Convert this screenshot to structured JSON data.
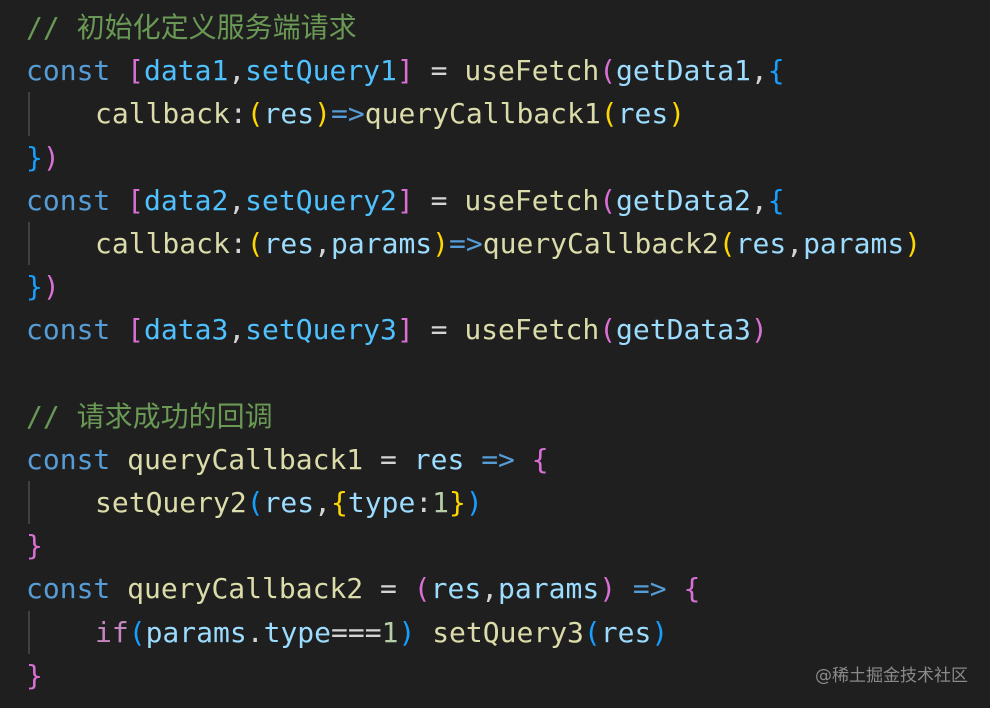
{
  "colors": {
    "background": "#1f1f1f",
    "comment": "#6a9955",
    "keyword": "#569cd6",
    "function": "#dcdcaa",
    "variable": "#9cdcfe",
    "constant": "#4fc1ff",
    "number": "#b5cea8",
    "bracket_gold": "#ffd700",
    "bracket_pink": "#da70d6",
    "bracket_blue": "#179fff",
    "control": "#c586c0",
    "plain": "#d4d4d4",
    "indent_guide": "#404040",
    "watermark": "#8a8a8a"
  },
  "code_lines": [
    {
      "indent": false,
      "tokens": [
        {
          "text": "// 初始化定义服务端请求",
          "color": "#6a9955"
        }
      ]
    },
    {
      "indent": false,
      "tokens": [
        {
          "text": "const",
          "color": "#569cd6"
        },
        {
          "text": " ",
          "color": "#d4d4d4"
        },
        {
          "text": "[",
          "color": "#da70d6"
        },
        {
          "text": "data1",
          "color": "#4fc1ff"
        },
        {
          "text": ",",
          "color": "#d4d4d4"
        },
        {
          "text": "setQuery1",
          "color": "#4fc1ff"
        },
        {
          "text": "]",
          "color": "#da70d6"
        },
        {
          "text": " = ",
          "color": "#d4d4d4"
        },
        {
          "text": "useFetch",
          "color": "#dcdcaa"
        },
        {
          "text": "(",
          "color": "#da70d6"
        },
        {
          "text": "getData1",
          "color": "#9cdcfe"
        },
        {
          "text": ",",
          "color": "#d4d4d4"
        },
        {
          "text": "{",
          "color": "#179fff"
        }
      ]
    },
    {
      "indent": true,
      "tokens": [
        {
          "text": "callback",
          "color": "#dcdcaa"
        },
        {
          "text": ":",
          "color": "#d4d4d4"
        },
        {
          "text": "(",
          "color": "#ffd700"
        },
        {
          "text": "res",
          "color": "#9cdcfe"
        },
        {
          "text": ")",
          "color": "#ffd700"
        },
        {
          "text": "=>",
          "color": "#569cd6"
        },
        {
          "text": "queryCallback1",
          "color": "#dcdcaa"
        },
        {
          "text": "(",
          "color": "#ffd700"
        },
        {
          "text": "res",
          "color": "#9cdcfe"
        },
        {
          "text": ")",
          "color": "#ffd700"
        }
      ]
    },
    {
      "indent": false,
      "tokens": [
        {
          "text": "}",
          "color": "#179fff"
        },
        {
          "text": ")",
          "color": "#da70d6"
        }
      ]
    },
    {
      "indent": false,
      "tokens": [
        {
          "text": "const",
          "color": "#569cd6"
        },
        {
          "text": " ",
          "color": "#d4d4d4"
        },
        {
          "text": "[",
          "color": "#da70d6"
        },
        {
          "text": "data2",
          "color": "#4fc1ff"
        },
        {
          "text": ",",
          "color": "#d4d4d4"
        },
        {
          "text": "setQuery2",
          "color": "#4fc1ff"
        },
        {
          "text": "]",
          "color": "#da70d6"
        },
        {
          "text": " = ",
          "color": "#d4d4d4"
        },
        {
          "text": "useFetch",
          "color": "#dcdcaa"
        },
        {
          "text": "(",
          "color": "#da70d6"
        },
        {
          "text": "getData2",
          "color": "#9cdcfe"
        },
        {
          "text": ",",
          "color": "#d4d4d4"
        },
        {
          "text": "{",
          "color": "#179fff"
        }
      ]
    },
    {
      "indent": true,
      "tokens": [
        {
          "text": "callback",
          "color": "#dcdcaa"
        },
        {
          "text": ":",
          "color": "#d4d4d4"
        },
        {
          "text": "(",
          "color": "#ffd700"
        },
        {
          "text": "res",
          "color": "#9cdcfe"
        },
        {
          "text": ",",
          "color": "#d4d4d4"
        },
        {
          "text": "params",
          "color": "#9cdcfe"
        },
        {
          "text": ")",
          "color": "#ffd700"
        },
        {
          "text": "=>",
          "color": "#569cd6"
        },
        {
          "text": "queryCallback2",
          "color": "#dcdcaa"
        },
        {
          "text": "(",
          "color": "#ffd700"
        },
        {
          "text": "res",
          "color": "#9cdcfe"
        },
        {
          "text": ",",
          "color": "#d4d4d4"
        },
        {
          "text": "params",
          "color": "#9cdcfe"
        },
        {
          "text": ")",
          "color": "#ffd700"
        }
      ]
    },
    {
      "indent": false,
      "tokens": [
        {
          "text": "}",
          "color": "#179fff"
        },
        {
          "text": ")",
          "color": "#da70d6"
        }
      ]
    },
    {
      "indent": false,
      "tokens": [
        {
          "text": "const",
          "color": "#569cd6"
        },
        {
          "text": " ",
          "color": "#d4d4d4"
        },
        {
          "text": "[",
          "color": "#da70d6"
        },
        {
          "text": "data3",
          "color": "#4fc1ff"
        },
        {
          "text": ",",
          "color": "#d4d4d4"
        },
        {
          "text": "setQuery3",
          "color": "#4fc1ff"
        },
        {
          "text": "]",
          "color": "#da70d6"
        },
        {
          "text": " = ",
          "color": "#d4d4d4"
        },
        {
          "text": "useFetch",
          "color": "#dcdcaa"
        },
        {
          "text": "(",
          "color": "#da70d6"
        },
        {
          "text": "getData3",
          "color": "#9cdcfe"
        },
        {
          "text": ")",
          "color": "#da70d6"
        }
      ]
    },
    {
      "indent": false,
      "tokens": []
    },
    {
      "indent": false,
      "tokens": [
        {
          "text": "// 请求成功的回调",
          "color": "#6a9955"
        }
      ]
    },
    {
      "indent": false,
      "tokens": [
        {
          "text": "const",
          "color": "#569cd6"
        },
        {
          "text": " ",
          "color": "#d4d4d4"
        },
        {
          "text": "queryCallback1",
          "color": "#dcdcaa"
        },
        {
          "text": " = ",
          "color": "#d4d4d4"
        },
        {
          "text": "res",
          "color": "#9cdcfe"
        },
        {
          "text": " ",
          "color": "#d4d4d4"
        },
        {
          "text": "=>",
          "color": "#569cd6"
        },
        {
          "text": " ",
          "color": "#d4d4d4"
        },
        {
          "text": "{",
          "color": "#da70d6"
        }
      ]
    },
    {
      "indent": true,
      "tokens": [
        {
          "text": "setQuery2",
          "color": "#dcdcaa"
        },
        {
          "text": "(",
          "color": "#179fff"
        },
        {
          "text": "res",
          "color": "#9cdcfe"
        },
        {
          "text": ",",
          "color": "#d4d4d4"
        },
        {
          "text": "{",
          "color": "#ffd700"
        },
        {
          "text": "type",
          "color": "#9cdcfe"
        },
        {
          "text": ":",
          "color": "#d4d4d4"
        },
        {
          "text": "1",
          "color": "#b5cea8"
        },
        {
          "text": "}",
          "color": "#ffd700"
        },
        {
          "text": ")",
          "color": "#179fff"
        }
      ]
    },
    {
      "indent": false,
      "tokens": [
        {
          "text": "}",
          "color": "#da70d6"
        }
      ]
    },
    {
      "indent": false,
      "tokens": [
        {
          "text": "const",
          "color": "#569cd6"
        },
        {
          "text": " ",
          "color": "#d4d4d4"
        },
        {
          "text": "queryCallback2",
          "color": "#dcdcaa"
        },
        {
          "text": " = ",
          "color": "#d4d4d4"
        },
        {
          "text": "(",
          "color": "#da70d6"
        },
        {
          "text": "res",
          "color": "#9cdcfe"
        },
        {
          "text": ",",
          "color": "#d4d4d4"
        },
        {
          "text": "params",
          "color": "#9cdcfe"
        },
        {
          "text": ")",
          "color": "#da70d6"
        },
        {
          "text": " ",
          "color": "#d4d4d4"
        },
        {
          "text": "=>",
          "color": "#569cd6"
        },
        {
          "text": " ",
          "color": "#d4d4d4"
        },
        {
          "text": "{",
          "color": "#da70d6"
        }
      ]
    },
    {
      "indent": true,
      "tokens": [
        {
          "text": "if",
          "color": "#c586c0"
        },
        {
          "text": "(",
          "color": "#179fff"
        },
        {
          "text": "params",
          "color": "#9cdcfe"
        },
        {
          "text": ".",
          "color": "#d4d4d4"
        },
        {
          "text": "type",
          "color": "#9cdcfe"
        },
        {
          "text": "===",
          "color": "#d4d4d4"
        },
        {
          "text": "1",
          "color": "#b5cea8"
        },
        {
          "text": ")",
          "color": "#179fff"
        },
        {
          "text": " ",
          "color": "#d4d4d4"
        },
        {
          "text": "setQuery3",
          "color": "#dcdcaa"
        },
        {
          "text": "(",
          "color": "#179fff"
        },
        {
          "text": "res",
          "color": "#9cdcfe"
        },
        {
          "text": ")",
          "color": "#179fff"
        }
      ]
    },
    {
      "indent": false,
      "tokens": [
        {
          "text": "}",
          "color": "#da70d6"
        }
      ]
    }
  ],
  "watermark": {
    "text": "@稀土掘金技术社区"
  }
}
